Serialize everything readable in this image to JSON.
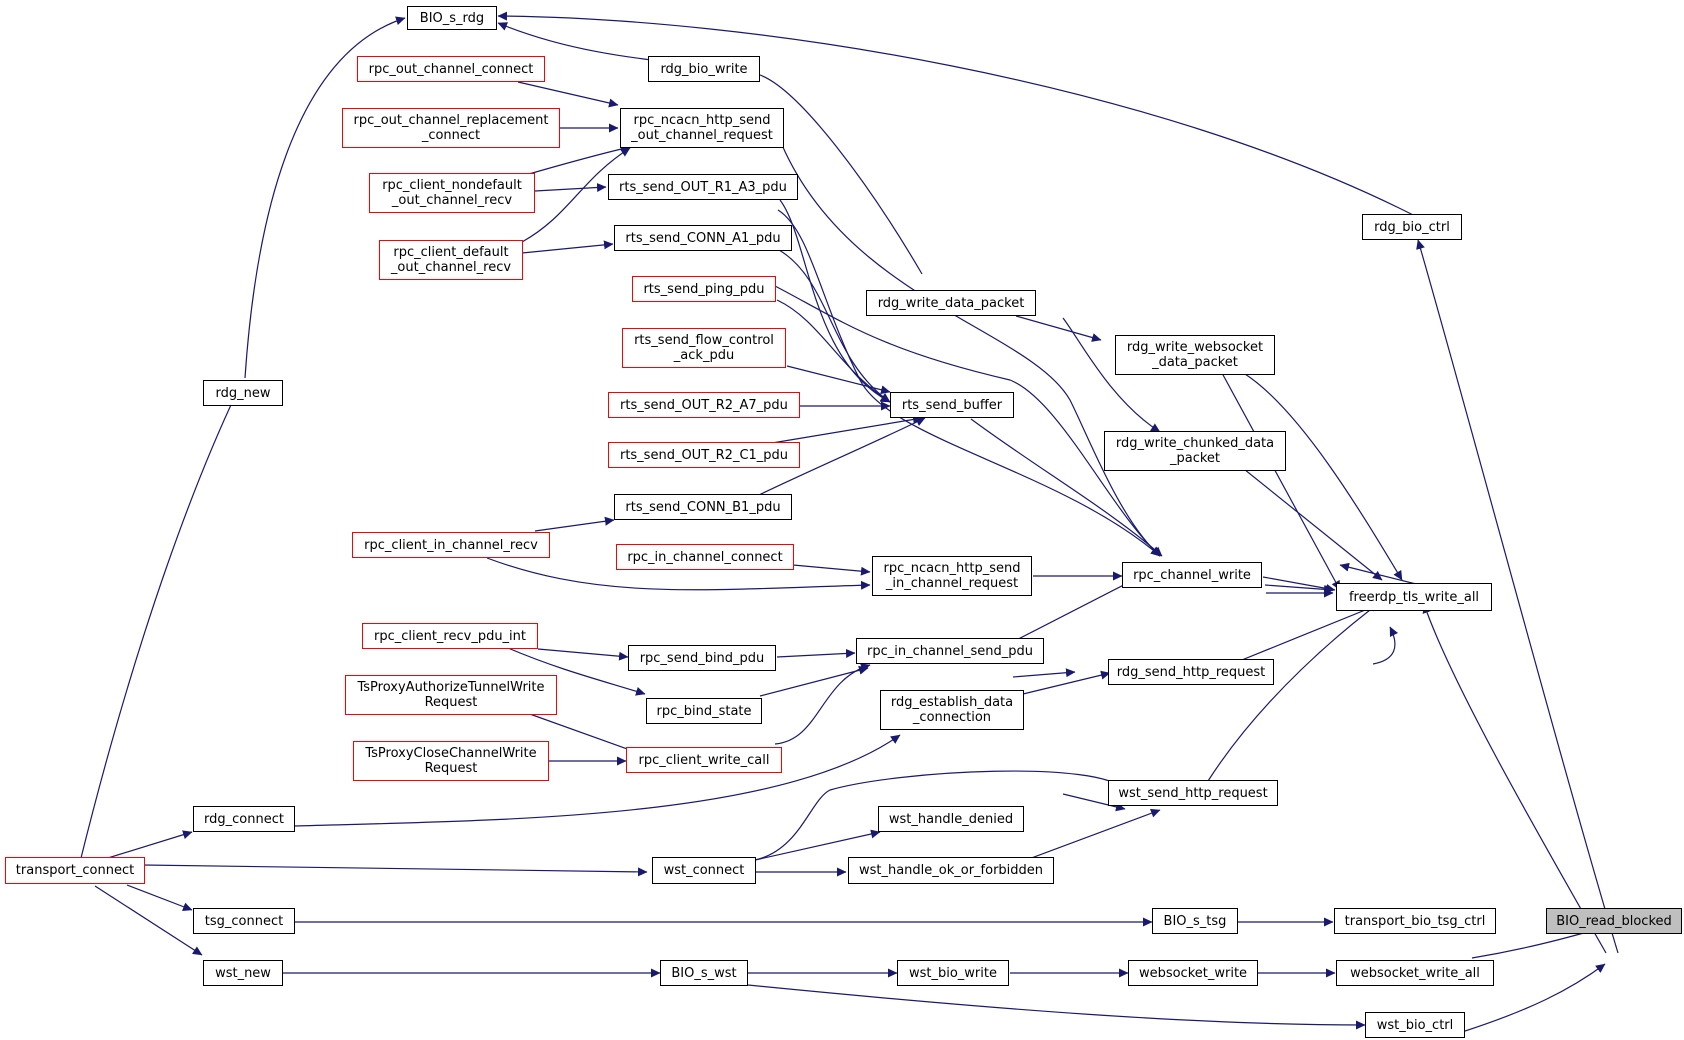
{
  "colors": {
    "edge": "#191970",
    "node_border": "#000000",
    "external_border": "#ff0000",
    "focus_fill": "#bfbfbf"
  },
  "nodes": [
    {
      "id": "bio_s_rdg",
      "label": "BIO_s_rdg",
      "style": "normal"
    },
    {
      "id": "rpc_out_channel_connect",
      "label": "rpc_out_channel_connect",
      "style": "external"
    },
    {
      "id": "rdg_bio_write",
      "label": "rdg_bio_write",
      "style": "normal"
    },
    {
      "id": "rpc_out_channel_replacement_connect",
      "label": "rpc_out_channel_replacement\n_connect",
      "style": "external"
    },
    {
      "id": "rpc_ncacn_http_send_out_channel_request",
      "label": "rpc_ncacn_http_send\n_out_channel_request",
      "style": "normal"
    },
    {
      "id": "rpc_client_nondefault_out_channel_recv",
      "label": "rpc_client_nondefault\n_out_channel_recv",
      "style": "external"
    },
    {
      "id": "rts_send_out_r1_a3_pdu",
      "label": "rts_send_OUT_R1_A3_pdu",
      "style": "normal"
    },
    {
      "id": "rdg_bio_ctrl",
      "label": "rdg_bio_ctrl",
      "style": "normal"
    },
    {
      "id": "rpc_client_default_out_channel_recv",
      "label": "rpc_client_default\n_out_channel_recv",
      "style": "external"
    },
    {
      "id": "rts_send_conn_a1_pdu",
      "label": "rts_send_CONN_A1_pdu",
      "style": "normal"
    },
    {
      "id": "rts_send_ping_pdu",
      "label": "rts_send_ping_pdu",
      "style": "external"
    },
    {
      "id": "rdg_write_data_packet",
      "label": "rdg_write_data_packet",
      "style": "normal"
    },
    {
      "id": "rts_send_flow_control_ack_pdu",
      "label": "rts_send_flow_control\n_ack_pdu",
      "style": "external"
    },
    {
      "id": "rdg_write_websocket_data_packet",
      "label": "rdg_write_websocket\n_data_packet",
      "style": "normal"
    },
    {
      "id": "rdg_new",
      "label": "rdg_new",
      "style": "normal"
    },
    {
      "id": "rts_send_out_r2_a7_pdu",
      "label": "rts_send_OUT_R2_A7_pdu",
      "style": "external"
    },
    {
      "id": "rts_send_buffer",
      "label": "rts_send_buffer",
      "style": "normal"
    },
    {
      "id": "rdg_write_chunked_data_packet",
      "label": "rdg_write_chunked_data\n_packet",
      "style": "normal"
    },
    {
      "id": "rts_send_out_r2_c1_pdu",
      "label": "rts_send_OUT_R2_C1_pdu",
      "style": "external"
    },
    {
      "id": "rts_send_conn_b1_pdu",
      "label": "rts_send_CONN_B1_pdu",
      "style": "normal"
    },
    {
      "id": "rpc_client_in_channel_recv",
      "label": "rpc_client_in_channel_recv",
      "style": "external"
    },
    {
      "id": "rpc_in_channel_connect",
      "label": "rpc_in_channel_connect",
      "style": "external"
    },
    {
      "id": "rpc_ncacn_http_send_in_channel_request",
      "label": "rpc_ncacn_http_send\n_in_channel_request",
      "style": "normal"
    },
    {
      "id": "rpc_channel_write",
      "label": "rpc_channel_write",
      "style": "normal"
    },
    {
      "id": "freerdp_tls_write_all",
      "label": "freerdp_tls_write_all",
      "style": "normal"
    },
    {
      "id": "rpc_client_recv_pdu_int",
      "label": "rpc_client_recv_pdu_int",
      "style": "external"
    },
    {
      "id": "rpc_send_bind_pdu",
      "label": "rpc_send_bind_pdu",
      "style": "normal"
    },
    {
      "id": "rpc_in_channel_send_pdu",
      "label": "rpc_in_channel_send_pdu",
      "style": "normal"
    },
    {
      "id": "rdg_send_http_request",
      "label": "rdg_send_http_request",
      "style": "normal"
    },
    {
      "id": "tsproxy_authorize_tunnel_write_request",
      "label": "TsProxyAuthorizeTunnelWrite\nRequest",
      "style": "external"
    },
    {
      "id": "rpc_bind_state",
      "label": "rpc_bind_state",
      "style": "normal"
    },
    {
      "id": "rdg_establish_data_connection",
      "label": "rdg_establish_data\n_connection",
      "style": "normal"
    },
    {
      "id": "tsproxy_close_channel_write_request",
      "label": "TsProxyCloseChannelWrite\nRequest",
      "style": "external"
    },
    {
      "id": "rpc_client_write_call",
      "label": "rpc_client_write_call",
      "style": "external"
    },
    {
      "id": "wst_send_http_request",
      "label": "wst_send_http_request",
      "style": "normal"
    },
    {
      "id": "rdg_connect",
      "label": "rdg_connect",
      "style": "normal"
    },
    {
      "id": "wst_handle_denied",
      "label": "wst_handle_denied",
      "style": "normal"
    },
    {
      "id": "transport_connect",
      "label": "transport_connect",
      "style": "external"
    },
    {
      "id": "wst_connect",
      "label": "wst_connect",
      "style": "normal"
    },
    {
      "id": "wst_handle_ok_or_forbidden",
      "label": "wst_handle_ok_or_forbidden",
      "style": "normal"
    },
    {
      "id": "tsg_connect",
      "label": "tsg_connect",
      "style": "normal"
    },
    {
      "id": "bio_s_tsg",
      "label": "BIO_s_tsg",
      "style": "normal"
    },
    {
      "id": "transport_bio_tsg_ctrl",
      "label": "transport_bio_tsg_ctrl",
      "style": "normal"
    },
    {
      "id": "bio_read_blocked",
      "label": "BIO_read_blocked",
      "style": "focus"
    },
    {
      "id": "wst_new",
      "label": "wst_new",
      "style": "normal"
    },
    {
      "id": "bio_s_wst",
      "label": "BIO_s_wst",
      "style": "normal"
    },
    {
      "id": "wst_bio_write",
      "label": "wst_bio_write",
      "style": "normal"
    },
    {
      "id": "websocket_write",
      "label": "websocket_write",
      "style": "normal"
    },
    {
      "id": "websocket_write_all",
      "label": "websocket_write_all",
      "style": "normal"
    },
    {
      "id": "wst_bio_ctrl",
      "label": "wst_bio_ctrl",
      "style": "normal"
    }
  ]
}
